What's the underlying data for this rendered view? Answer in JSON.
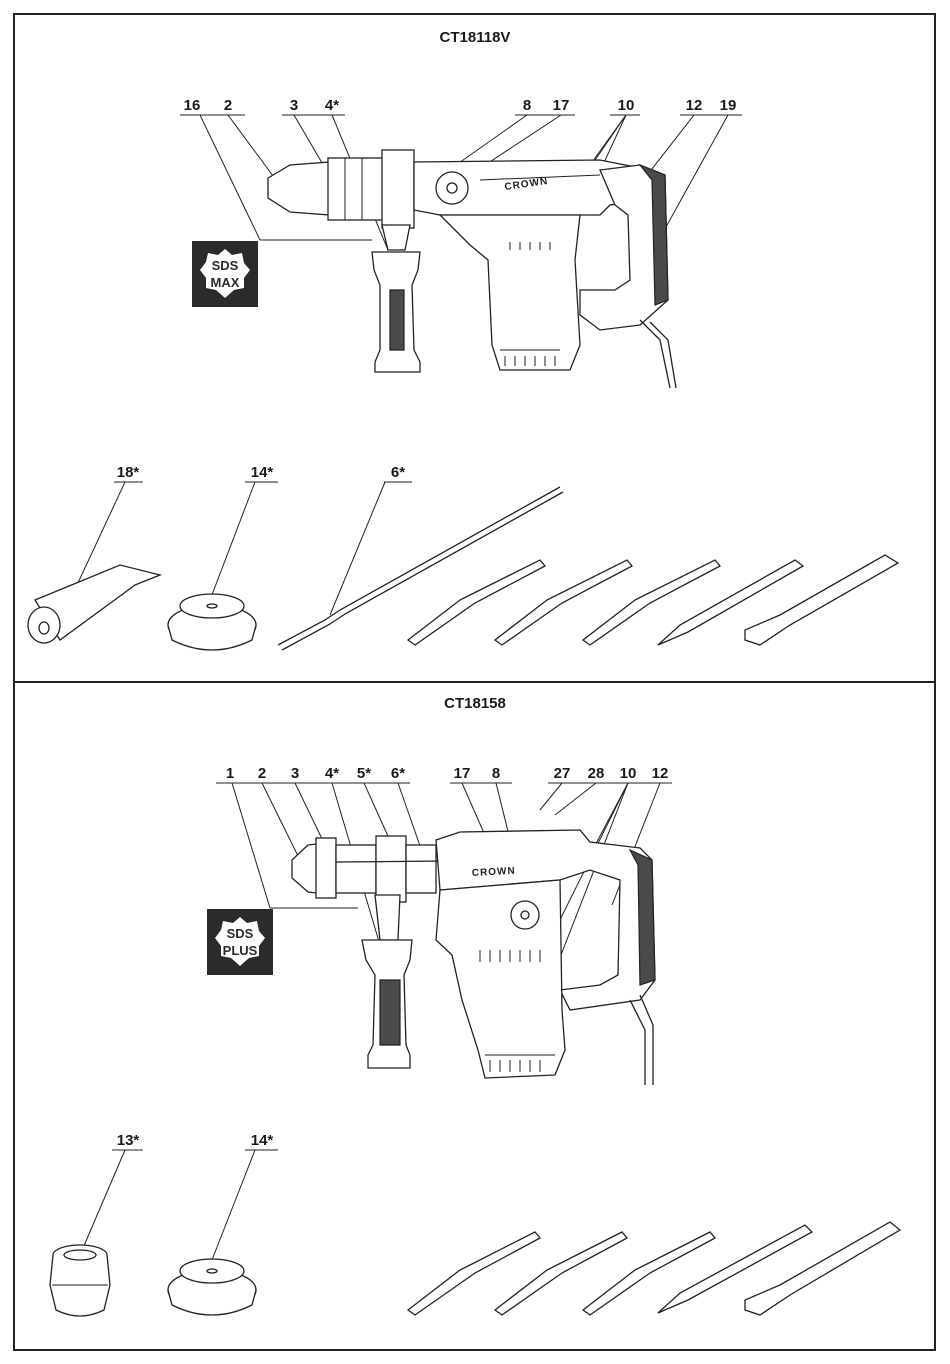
{
  "panels": [
    {
      "title": "CT18118V",
      "badge": {
        "line1": "SDS",
        "line2": "MAX"
      },
      "callouts": [
        "16",
        "2",
        "3",
        "4*",
        "8",
        "17",
        "10",
        "12",
        "19"
      ],
      "accessory_callouts": [
        "18*",
        "14*",
        "6*"
      ]
    },
    {
      "title": "CT18158",
      "badge": {
        "line1": "SDS",
        "line2": "PLUS"
      },
      "callouts": [
        "1",
        "2",
        "3",
        "4*",
        "5*",
        "6*",
        "17",
        "8",
        "27",
        "28",
        "10",
        "12"
      ],
      "accessory_callouts": [
        "13*",
        "14*"
      ]
    }
  ],
  "brand": "CROWN"
}
